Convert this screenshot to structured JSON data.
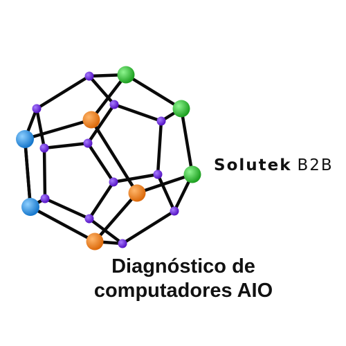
{
  "brand": {
    "name": "Solutek",
    "suffix": "B2B"
  },
  "headline": {
    "line1": "Diagnóstico de",
    "line2": "computadores AIO"
  },
  "logo": {
    "icon": "dodecahedron-molecule-icon",
    "colors": {
      "bond": "#0a0a0a",
      "atom_green": "#22c025",
      "atom_blue": "#1e90e8",
      "atom_orange": "#f07d1a",
      "atom_purple": "#6a22d6"
    }
  }
}
